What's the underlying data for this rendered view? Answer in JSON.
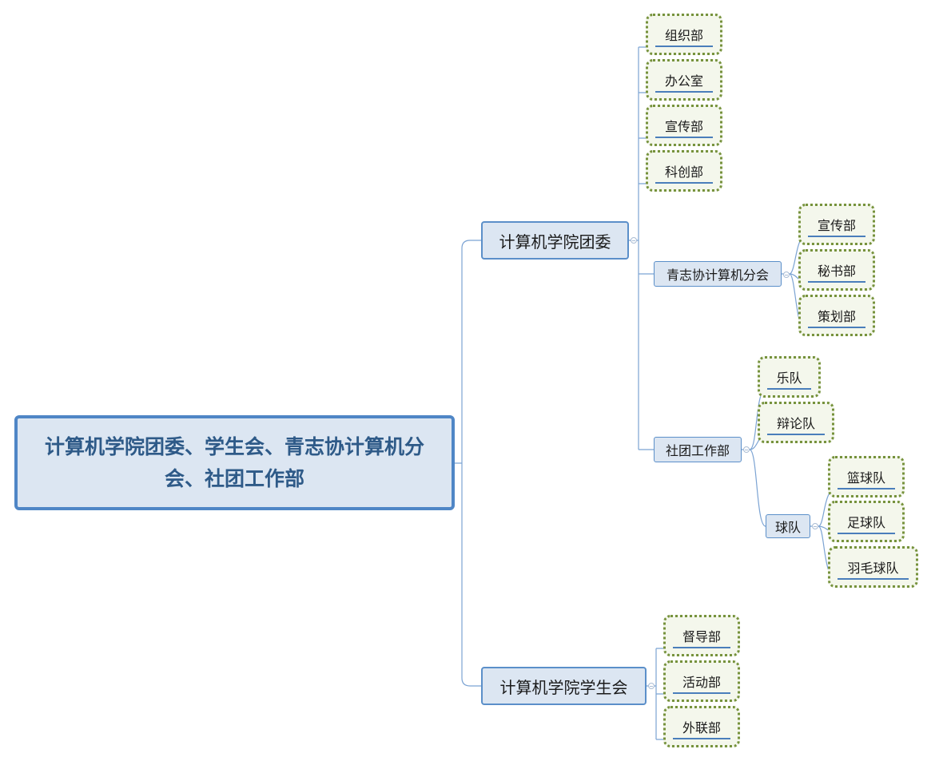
{
  "root": {
    "label": "计算机学院团委、学生会、青志协计算机分会、社团工作部"
  },
  "branches": {
    "youth_league": {
      "label": "计算机学院团委",
      "departments": [
        "组织部",
        "办公室",
        "宣传部",
        "科创部"
      ],
      "volunteer": {
        "label": "青志协计算机分会",
        "departments": [
          "宣传部",
          "秘书部",
          "策划部"
        ]
      },
      "clubs": {
        "label": "社团工作部",
        "items": [
          "乐队",
          "辩论队"
        ],
        "ball_teams": {
          "label": "球队",
          "items": [
            "篮球队",
            "足球队",
            "羽毛球队"
          ]
        }
      }
    },
    "student_union": {
      "label": "计算机学院学生会",
      "departments": [
        "督导部",
        "活动部",
        "外联部"
      ]
    }
  },
  "colors": {
    "connector": "#7ba3d3",
    "node_fill": "#dce6f2",
    "node_border": "#5b8fc9",
    "root_border": "#4f86c6",
    "root_text": "#2e5a88",
    "leaf_fill": "#f4f7ec",
    "leaf_border": "#76923c",
    "leaf_underline": "#4a7ebb"
  }
}
